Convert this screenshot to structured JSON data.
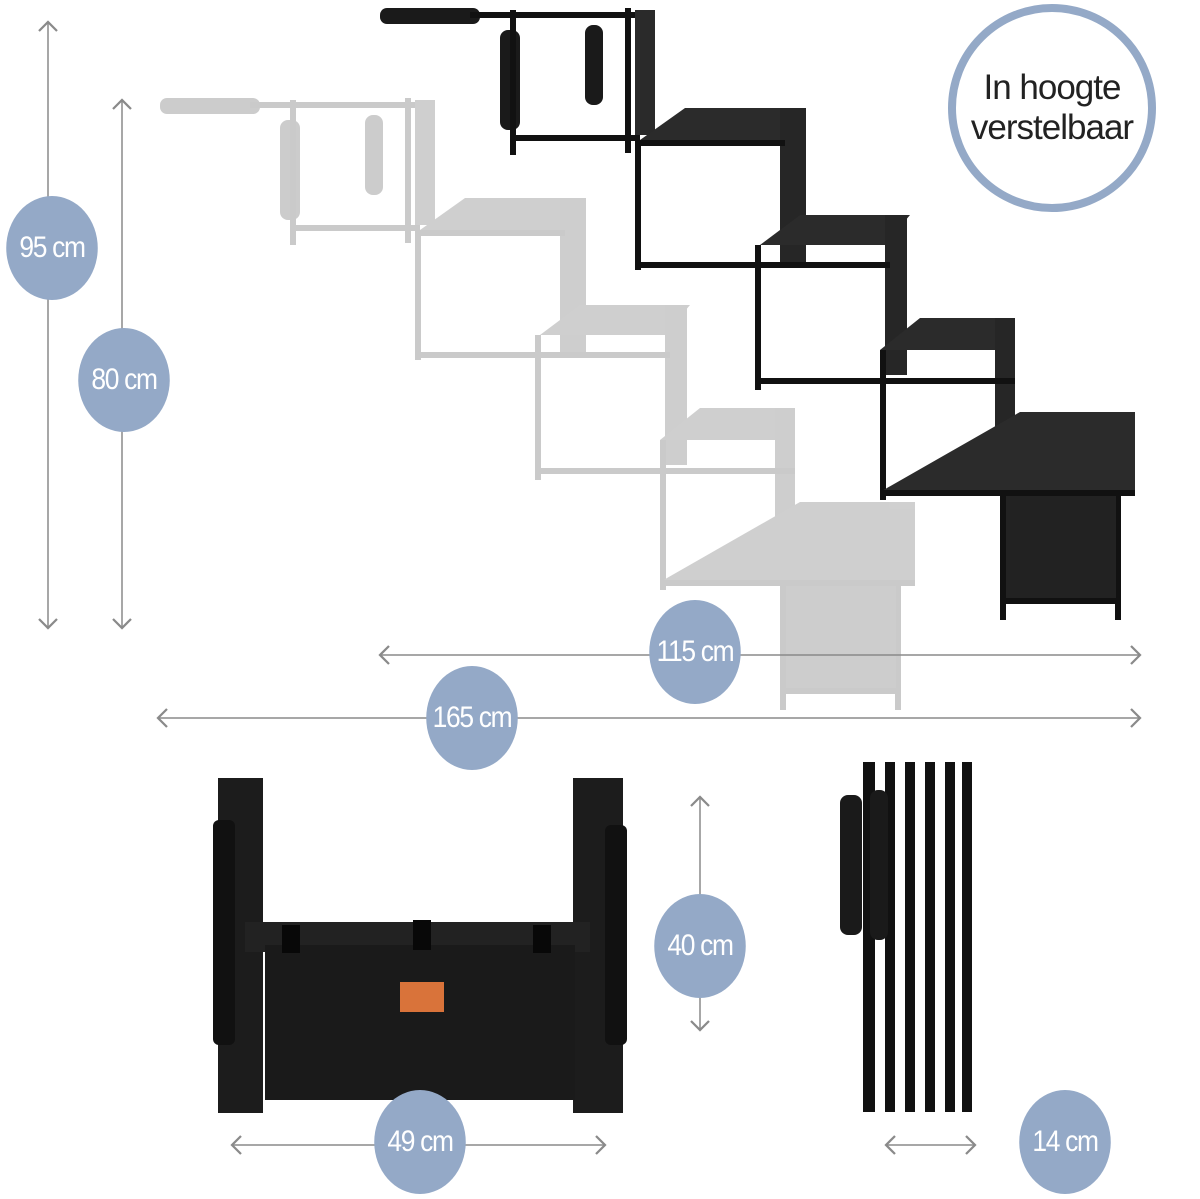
{
  "claim": {
    "line1": "In hoogte",
    "line2": "verstelbaar"
  },
  "dimensions": {
    "height_max": "95 cm",
    "height_min": "80 cm",
    "length_min": "115 cm",
    "length_max": "165 cm",
    "folded_height": "40 cm",
    "folded_width": "49 cm",
    "folded_depth": "14 cm"
  },
  "colors": {
    "badge": "#94a9c7",
    "line": "#8a8a8a",
    "frame": "#111111"
  }
}
